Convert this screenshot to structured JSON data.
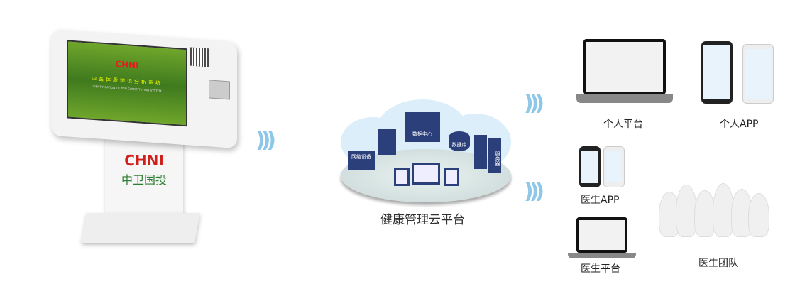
{
  "kiosk": {
    "screen_logo": "CHNI",
    "screen_title": "中医体质辨识分析系统",
    "screen_subtitle": "IDENTIFICATION OF TCM CONSTITUTION SYSTEM",
    "brand": "CHNI",
    "brand_cn": "中卫国投"
  },
  "cloud": {
    "title": "健康管理云平台",
    "nodes": [
      "数据中心",
      "数据库",
      "网络设备",
      "服务器"
    ]
  },
  "endpoints": {
    "personal_platform": "个人平台",
    "personal_app": "个人APP",
    "doctor_app": "医生APP",
    "doctor_platform": "医生平台",
    "doctor_team": "医生团队"
  },
  "colors": {
    "wave": "#8fc7e8",
    "brand_red": "#d0201c",
    "server_blue": "#2b3f7a"
  }
}
